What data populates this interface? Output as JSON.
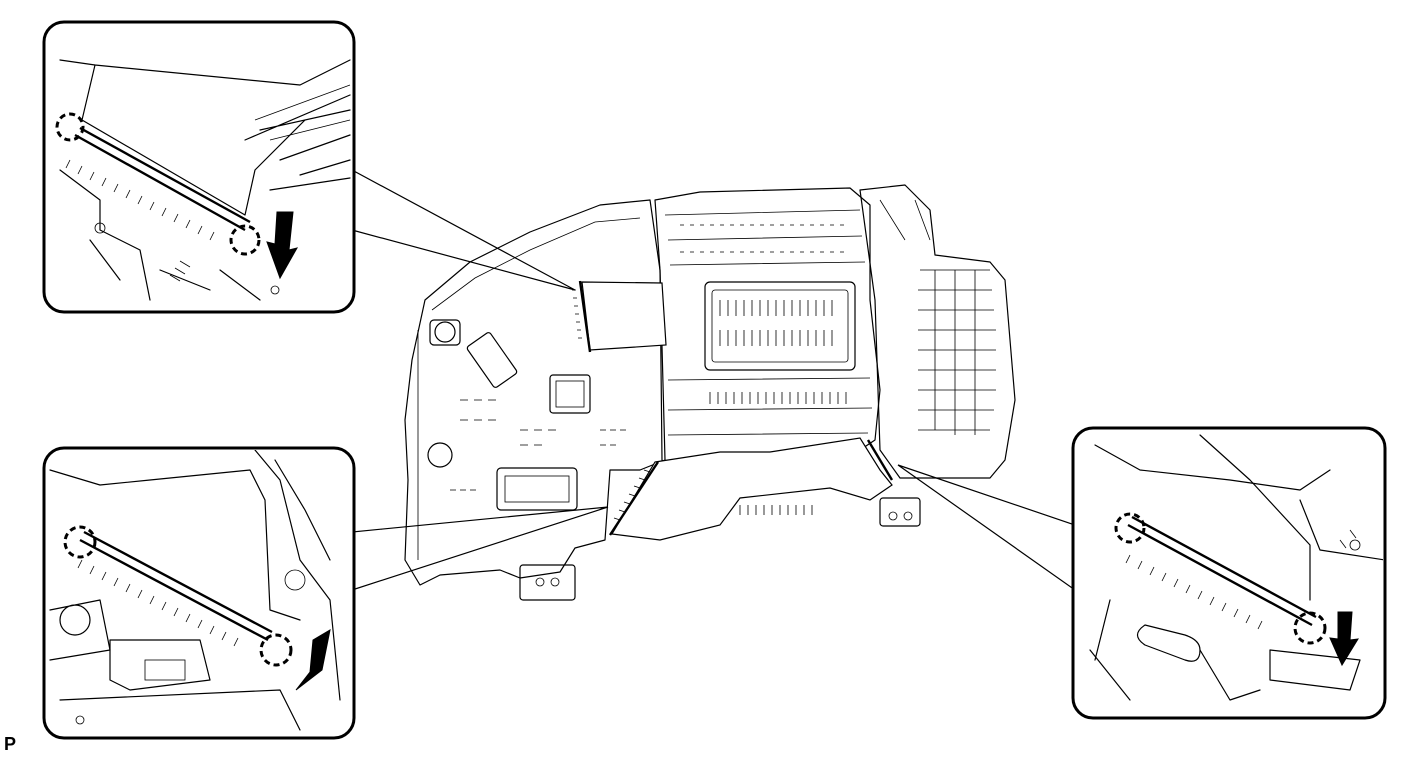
{
  "figure": {
    "corner_code": "P",
    "detail_views": [
      {
        "name": "upper-left-detail",
        "clips": 2,
        "arrow": "down"
      },
      {
        "name": "lower-left-detail",
        "clips": 2,
        "arrow": "down"
      },
      {
        "name": "right-detail",
        "clips": 2,
        "arrow": "down"
      }
    ]
  }
}
